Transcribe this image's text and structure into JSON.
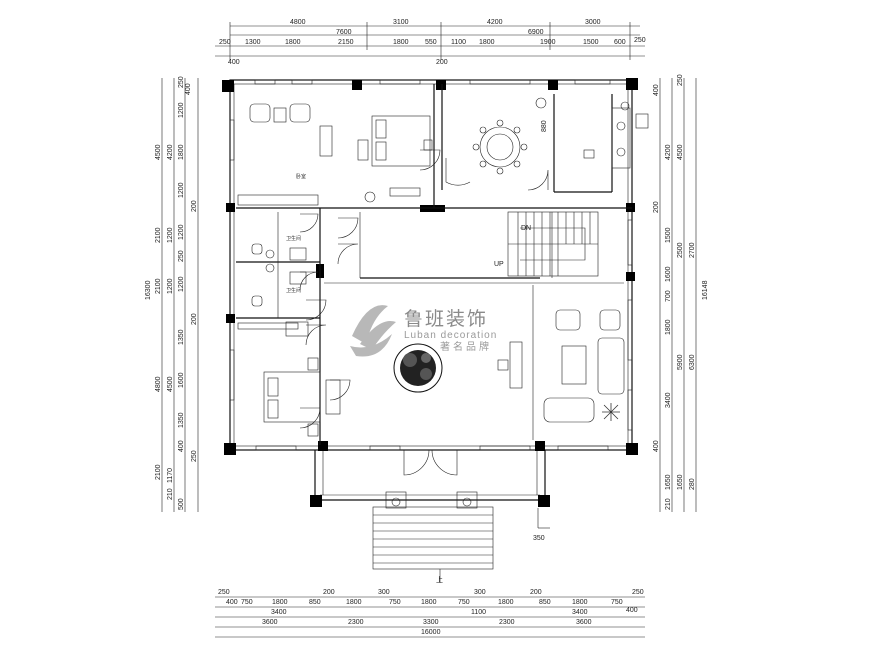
{
  "dimensions": {
    "top_row1": [
      "4800",
      "3100",
      "4200",
      "3000"
    ],
    "top_row2": [
      "7600",
      "6900"
    ],
    "top_row3": [
      "250",
      "1300",
      "1800",
      "2150",
      "1800",
      "550",
      "1100",
      "1800",
      "1900",
      "1500",
      "600",
      "250"
    ],
    "top_marks": [
      "400",
      "200"
    ],
    "bottom_row1": [
      "250",
      "200",
      "300",
      "300",
      "200",
      "250"
    ],
    "bottom_row2": [
      "400",
      "750",
      "1800",
      "850",
      "1800",
      "750",
      "1800",
      "750",
      "1800",
      "850",
      "1800",
      "750",
      "400"
    ],
    "bottom_row3": [
      "3400",
      "1100",
      "3400"
    ],
    "bottom_row4": [
      "3600",
      "2300",
      "3300",
      "2300",
      "3600"
    ],
    "bottom_total": "16000",
    "left_outer": [
      "4500",
      "2100",
      "2100",
      "4800",
      "2100"
    ],
    "left_mid": [
      "4200",
      "1200",
      "1200",
      "4500",
      "1170",
      "210"
    ],
    "left_inner": [
      "250",
      "400",
      "1200",
      "1800",
      "1200",
      "200",
      "1200",
      "250",
      "1200",
      "200",
      "1350",
      "1600",
      "1350",
      "400",
      "250",
      "500"
    ],
    "left_total": "16300",
    "right_outer": [
      "4500",
      "2700",
      "6300",
      "1650",
      "210"
    ],
    "right_mid": [
      "4200",
      "1500",
      "2500",
      "5900",
      "1650"
    ],
    "right_inner": [
      "400",
      "250",
      "200",
      "1600",
      "700",
      "1800",
      "3400",
      "400",
      "280"
    ],
    "right_total": "16148",
    "stair_width": "350",
    "door_height": "880"
  },
  "labels": {
    "stair_down": "DN",
    "stair_up": "UP",
    "entrance": "上"
  },
  "watermark": {
    "brand": "鲁班装饰",
    "english": "Luban decoration",
    "tagline": "著名品牌"
  }
}
